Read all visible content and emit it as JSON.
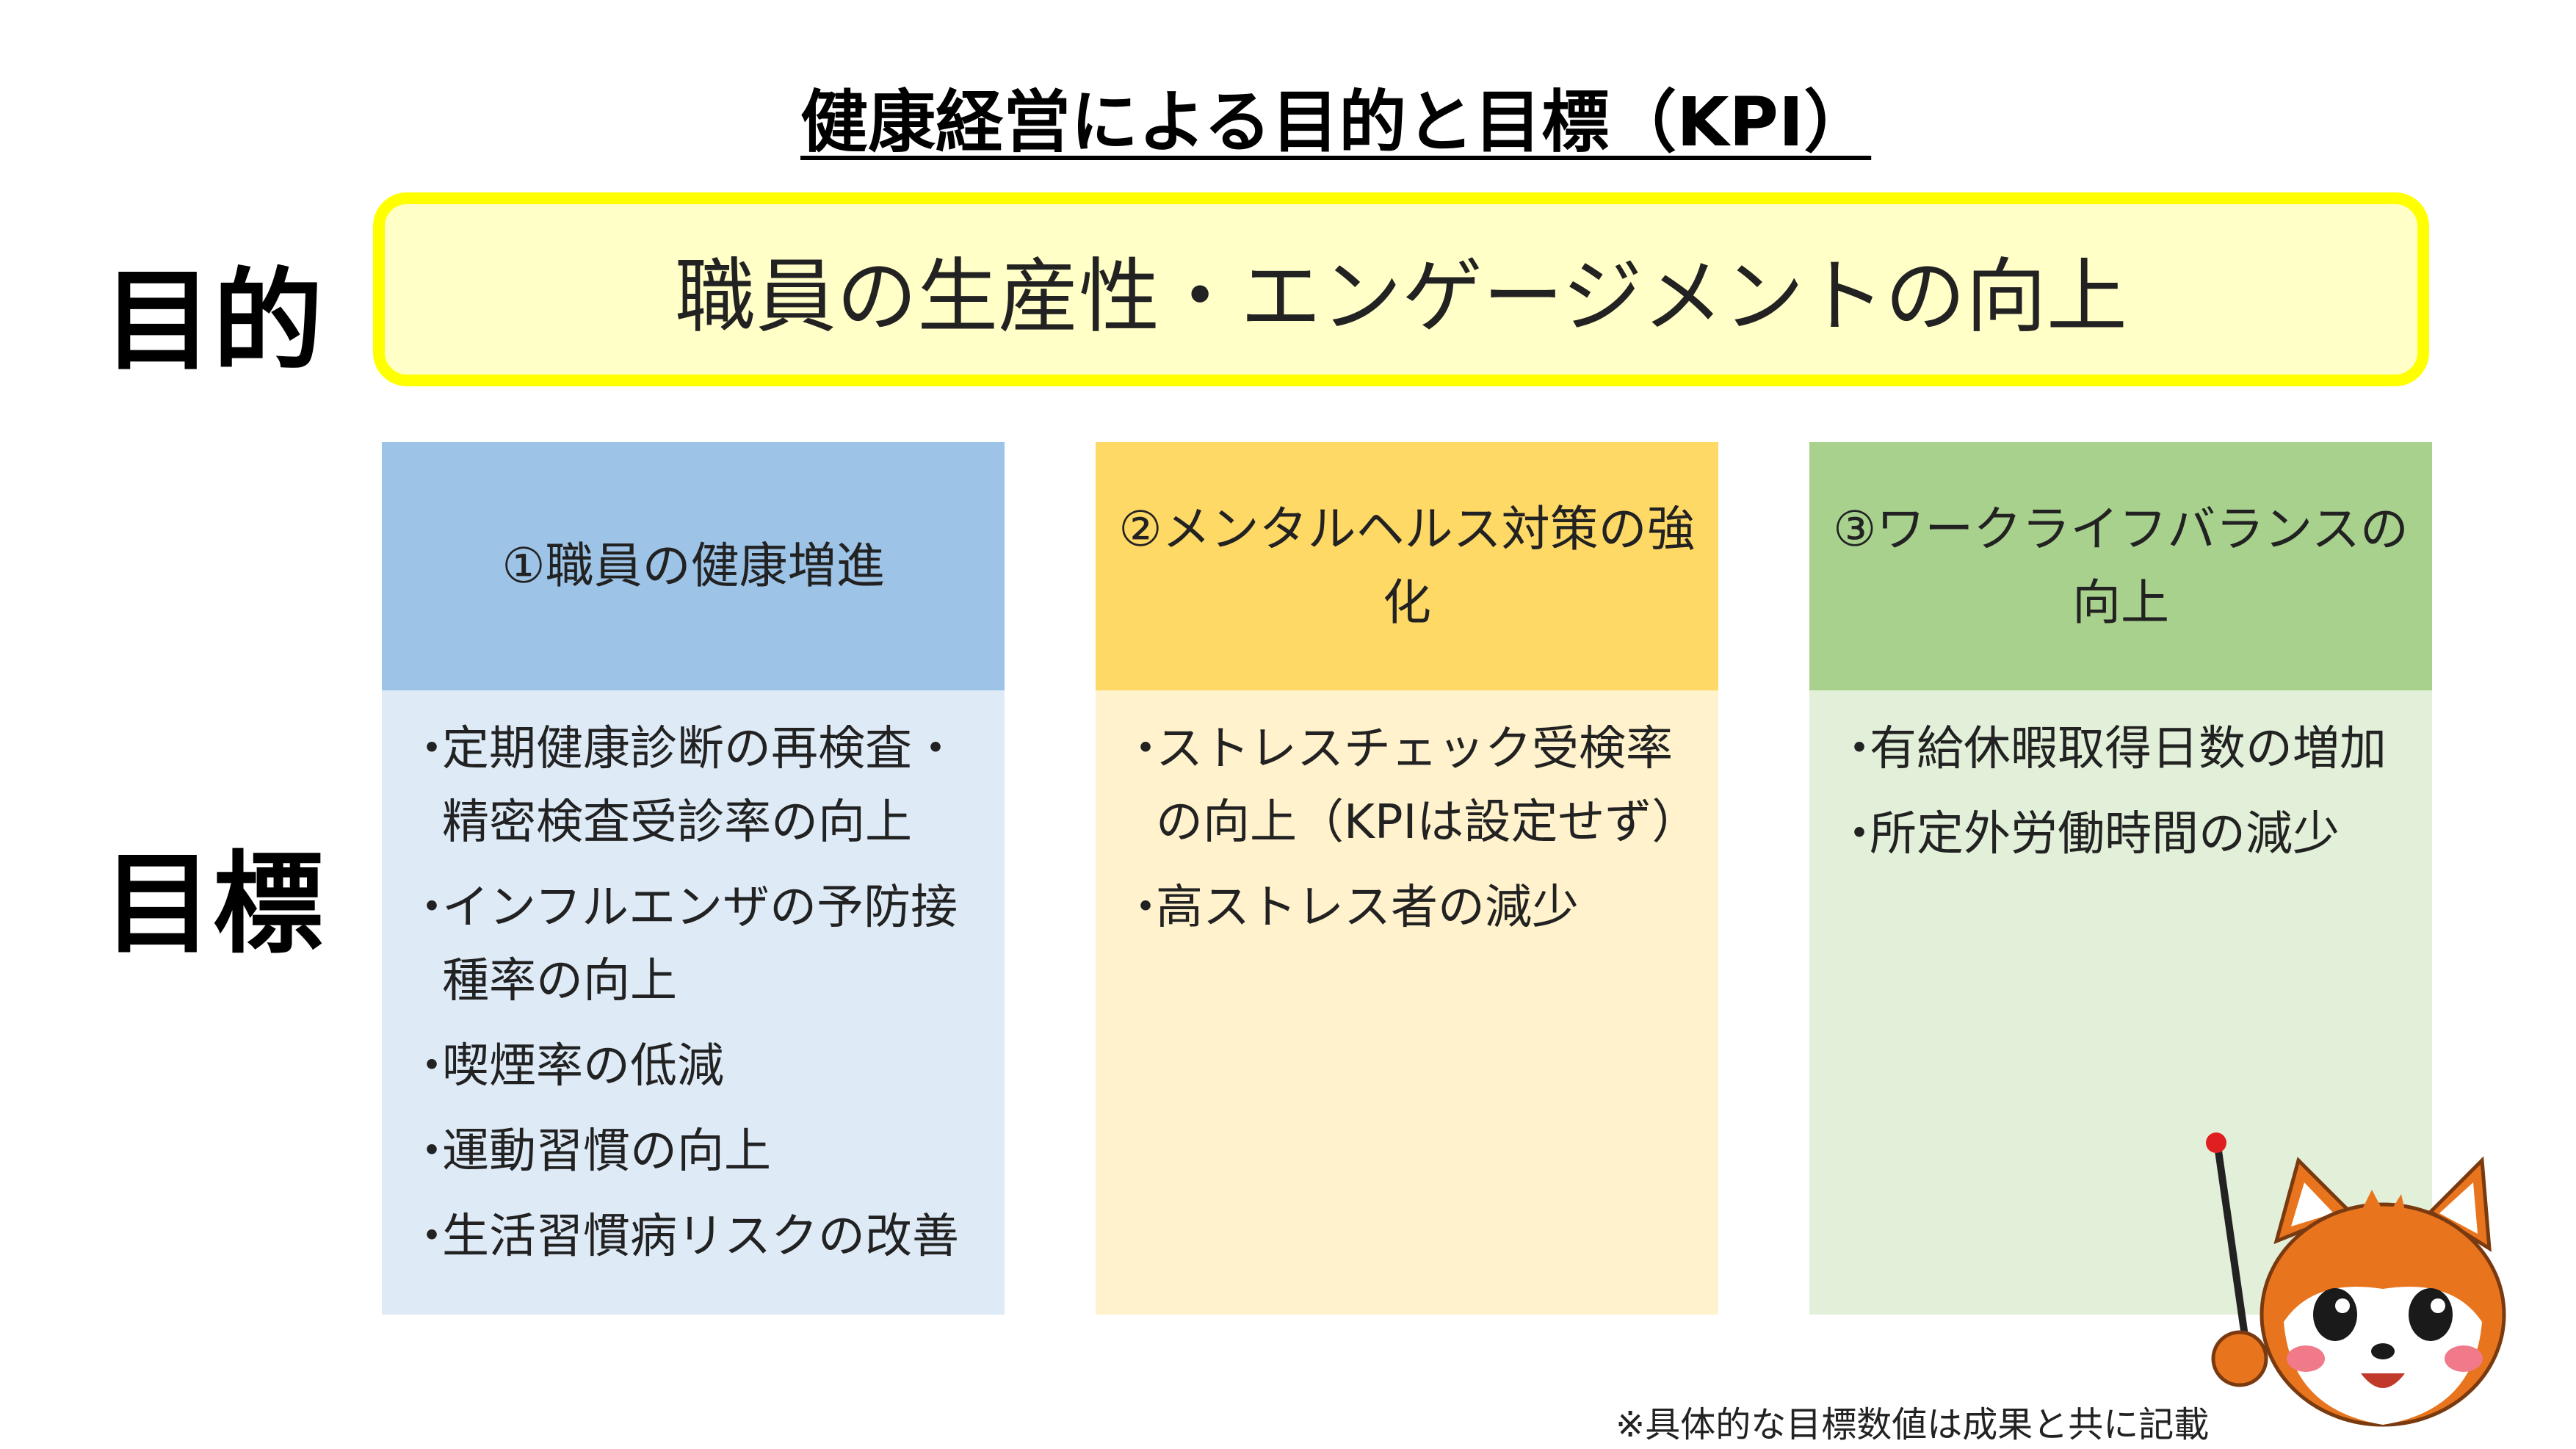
{
  "title": "健康経営による目的と目標（KPI）",
  "labels": {
    "purpose": "目的",
    "goals": "目標"
  },
  "purpose_text": "職員の生産性・エンゲージメントの向上",
  "columns": [
    {
      "header": "①職員の健康増進",
      "header_color": "#9dc3e6",
      "body_color": "#deebf7",
      "items": [
        "定期健康診断の再検査・精密検査受診率の向上",
        "インフルエンザの予防接種率の向上",
        "喫煙率の低減",
        "運動習慣の向上",
        "生活習慣病リスクの改善"
      ]
    },
    {
      "header": "②メンタルヘルス対策の強化",
      "header_color": "#ffd966",
      "body_color": "#fff2cc",
      "items": [
        "ストレスチェック受検率の向上（KPIは設定せず）",
        "高ストレス者の減少"
      ]
    },
    {
      "header": "③ワークライフバランスの向上",
      "header_color": "#a9d18e",
      "body_color": "#e2f0d9",
      "items": [
        "有給休暇取得日数の増加",
        "所定外労働時間の減少"
      ]
    }
  ],
  "bullet": "・",
  "note": "※具体的な目標数値は成果と共に記載",
  "mascot_icon": "fox-mascot-icon"
}
